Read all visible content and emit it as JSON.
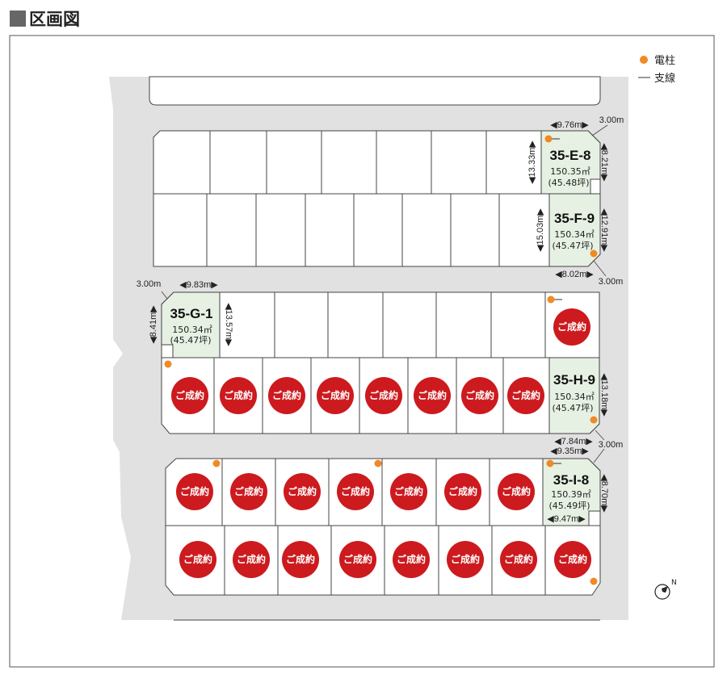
{
  "title": "区画図",
  "legend": {
    "pole": "電柱",
    "guy_wire": "支線"
  },
  "colors": {
    "road": "#e1e1e1",
    "available_lot": "#e6f1e3",
    "sold_badge": "#cc1a1f",
    "pole": "#f08a24"
  },
  "sold_label": "ご成約",
  "lots": [
    {
      "id": "35-E-8",
      "area": "150.35㎡",
      "tsubo": "(45.48坪)",
      "dims": [
        "9.76m",
        "13.33m",
        "8.21m",
        "3.00m"
      ]
    },
    {
      "id": "35-F-9",
      "area": "150.34㎡",
      "tsubo": "(45.47坪)",
      "dims": [
        "15.03m",
        "12.91m",
        "8.02m",
        "3.00m"
      ]
    },
    {
      "id": "35-G-1",
      "area": "150.34㎡",
      "tsubo": "(45.47坪)",
      "dims": [
        "9.83m",
        "8.41m",
        "13.57m",
        "3.00m"
      ]
    },
    {
      "id": "35-H-9",
      "area": "150.34㎡",
      "tsubo": "(45.47坪)",
      "dims": [
        "13.18m",
        "7.84m",
        "3.00m"
      ]
    },
    {
      "id": "35-I-8",
      "area": "150.39㎡",
      "tsubo": "(45.49坪)",
      "dims": [
        "9.35m",
        "8.70m",
        "9.47m"
      ]
    }
  ],
  "sold_count": 24,
  "compass": "N"
}
